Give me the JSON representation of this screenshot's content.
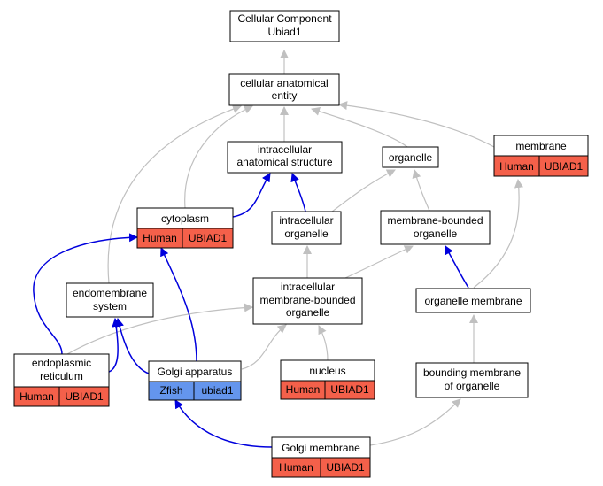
{
  "nodes": {
    "root": {
      "line1": "Cellular Component",
      "line2": "Ubiad1"
    },
    "cae": {
      "line1": "cellular anatomical",
      "line2": "entity"
    },
    "ias": {
      "line1": "intracellular",
      "line2": "anatomical structure"
    },
    "organelle": {
      "line1": "organelle"
    },
    "membrane": {
      "line1": "membrane",
      "left": "Human",
      "right": "UBIAD1"
    },
    "cytoplasm": {
      "line1": "cytoplasm",
      "left": "Human",
      "right": "UBIAD1"
    },
    "io": {
      "line1": "intracellular",
      "line2": "organelle"
    },
    "mbo": {
      "line1": "membrane-bounded",
      "line2": "organelle"
    },
    "ems": {
      "line1": "endomembrane",
      "line2": "system"
    },
    "imbo": {
      "line1": "intracellular",
      "line2": "membrane-bounded",
      "line3": "organelle"
    },
    "om": {
      "line1": "organelle membrane"
    },
    "er": {
      "line1": "endoplasmic",
      "line2": "reticulum",
      "left": "Human",
      "right": "UBIAD1"
    },
    "golgi": {
      "line1": "Golgi apparatus",
      "left": "Zfish",
      "right": "ubiad1"
    },
    "nucleus": {
      "line1": "nucleus",
      "left": "Human",
      "right": "UBIAD1"
    },
    "bmo": {
      "line1": "bounding membrane",
      "line2": "of organelle"
    },
    "gm": {
      "line1": "Golgi membrane",
      "left": "Human",
      "right": "UBIAD1"
    }
  },
  "colors": {
    "human": "#f4604a",
    "zfish": "#6495ed",
    "gray_edge": "#c0c0c0",
    "blue_edge": "#0000dd"
  }
}
